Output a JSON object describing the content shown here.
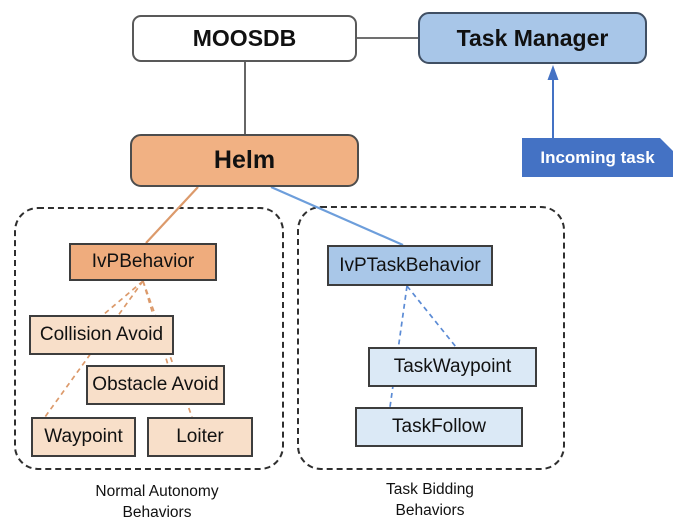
{
  "diagram": {
    "nodes": {
      "moosdb": {
        "label": "MOOSDB",
        "fill": "#FFFFFF"
      },
      "task_manager": {
        "label": "Task Manager",
        "fill": "#A8C6E8"
      },
      "helm": {
        "label": "Helm",
        "fill": "#F1B183"
      },
      "incoming_task": {
        "label": "Incoming task",
        "fill": "#4472C4",
        "text_color": "#FFFFFF"
      },
      "ivp_behavior": {
        "label": "IvPBehavior",
        "fill": "#EFAC7D"
      },
      "collision_avoid": {
        "label": "Collision Avoid",
        "fill": "#F8DFC9"
      },
      "obstacle_avoid": {
        "label": "Obstacle Avoid",
        "fill": "#F8DFC9"
      },
      "waypoint": {
        "label": "Waypoint",
        "fill": "#F8DFC9"
      },
      "loiter": {
        "label": "Loiter",
        "fill": "#F8DFC9"
      },
      "ivp_task_behavior": {
        "label": "IvPTaskBehavior",
        "fill": "#A9C7E8"
      },
      "task_waypoint": {
        "label": "TaskWaypoint",
        "fill": "#DBE9F6"
      },
      "task_follow": {
        "label": "TaskFollow",
        "fill": "#DBE9F6"
      }
    },
    "groups": {
      "normal_autonomy": {
        "caption_line1": "Normal Autonomy",
        "caption_line2": "Behaviors"
      },
      "task_bidding": {
        "caption_line1": "Task Bidding",
        "caption_line2": "Behaviors"
      }
    },
    "colors": {
      "black_line": "#404040",
      "orange_line": "#DC9A6B",
      "blue_line": "#6D9EDB",
      "blue_dashed": "#5B8BD5",
      "arrow_blue": "#4472C4",
      "group_border": "#2F2F2F"
    }
  }
}
